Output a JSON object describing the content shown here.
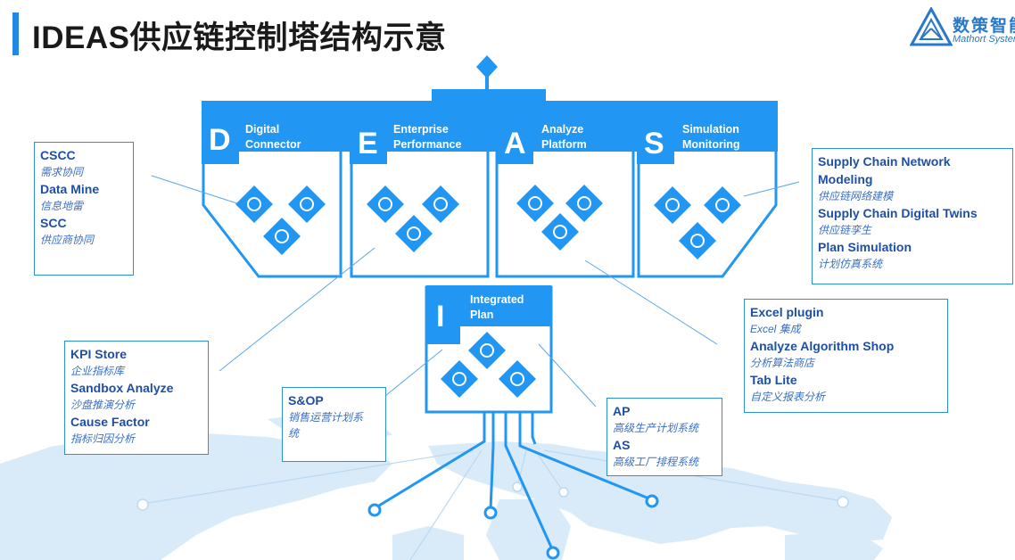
{
  "title": "IDEAS供应链控制塔结构示意",
  "logo": {
    "brand_cn": "数策智能",
    "brand_en": "Mathort System"
  },
  "colors": {
    "accent": "#2188e8",
    "module_blue": "#2196f3",
    "map": "#d6e9f8",
    "text_blue": "#1e4fa6"
  },
  "modules": [
    {
      "letter": "D",
      "line1": "Digital",
      "line2": "Connector",
      "icons": [
        "overlap-circles-icon",
        "chat-bubble-icon",
        "spider-web-icon"
      ]
    },
    {
      "letter": "E",
      "line1": "Enterprise",
      "line2": "Performance",
      "icons": [
        "monitor-icon",
        "network-node-icon",
        "growth-chart-icon"
      ]
    },
    {
      "letter": "A",
      "line1": "Analyze",
      "line2": "Platform",
      "icons": [
        "ring-icon",
        "chip-icon",
        "excel-icon"
      ]
    },
    {
      "letter": "S",
      "line1": "Simulation",
      "line2": "Monitoring",
      "icons": [
        "robot-icon",
        "link-icon",
        "hexagon-graph-icon"
      ]
    }
  ],
  "integrated": {
    "letter": "I",
    "line1": "Integrated",
    "line2": "Plan",
    "icons": [
      "cycle-icon",
      "clipboard-icon",
      "gantt-icon"
    ]
  },
  "boxes": {
    "d_box": {
      "items": [
        [
          "CSCC",
          "需求协同"
        ],
        [
          "Data Mine",
          "信息地雷"
        ],
        [
          "SCC",
          "供应商协同"
        ]
      ]
    },
    "s_box": {
      "items": [
        [
          "Supply Chain Network",
          ""
        ],
        [
          "Modeling",
          "供应链网络建模"
        ],
        [
          "Supply Chain Digital Twins",
          "供应链孪生"
        ],
        [
          "Plan Simulation",
          "计划仿真系统"
        ]
      ]
    },
    "a_box": {
      "items": [
        [
          "Excel plugin",
          "Excel 集成"
        ],
        [
          "Analyze Algorithm Shop",
          "分析算法商店"
        ],
        [
          "Tab Lite",
          "自定义报表分析"
        ]
      ]
    },
    "kpi_box": {
      "items": [
        [
          "KPI Store",
          "企业指标库"
        ],
        [
          "Sandbox Analyze",
          "沙盘推演分析"
        ],
        [
          "Cause Factor",
          "指标归因分析"
        ]
      ]
    },
    "sop_box": {
      "items": [
        [
          "S&OP",
          "销售运营计划系"
        ]
      ],
      "extra": "统"
    },
    "ap_box": {
      "items": [
        [
          "AP",
          "高级生产计划系统"
        ],
        [
          "AS",
          "高级工厂排程系统"
        ]
      ]
    }
  }
}
